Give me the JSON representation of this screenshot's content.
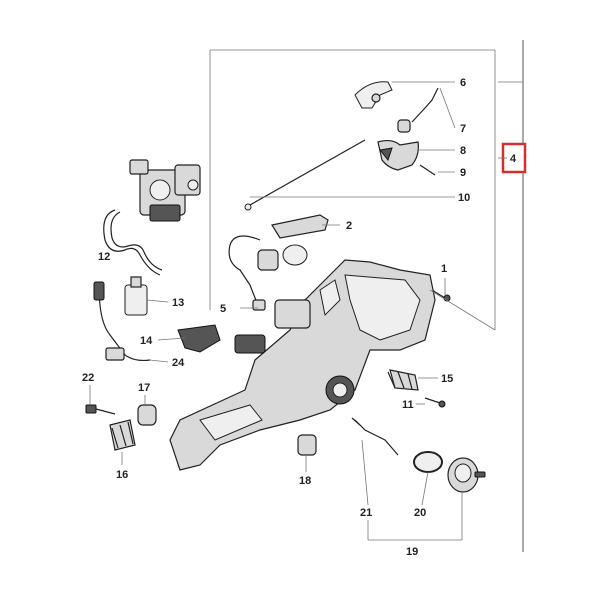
{
  "diagram": {
    "callouts": {
      "c1": "1",
      "c2": "2",
      "c4": "4",
      "c5": "5",
      "c6": "6",
      "c7": "7",
      "c8": "8",
      "c9": "9",
      "c10": "10",
      "c11": "11",
      "c12": "12",
      "c13": "13",
      "c14": "14",
      "c15": "15",
      "c16": "16",
      "c17": "17",
      "c18": "18",
      "c19": "19",
      "c20": "20",
      "c21": "21",
      "c22": "22",
      "c24": "24"
    },
    "highlight_color": "#d32f2f"
  }
}
